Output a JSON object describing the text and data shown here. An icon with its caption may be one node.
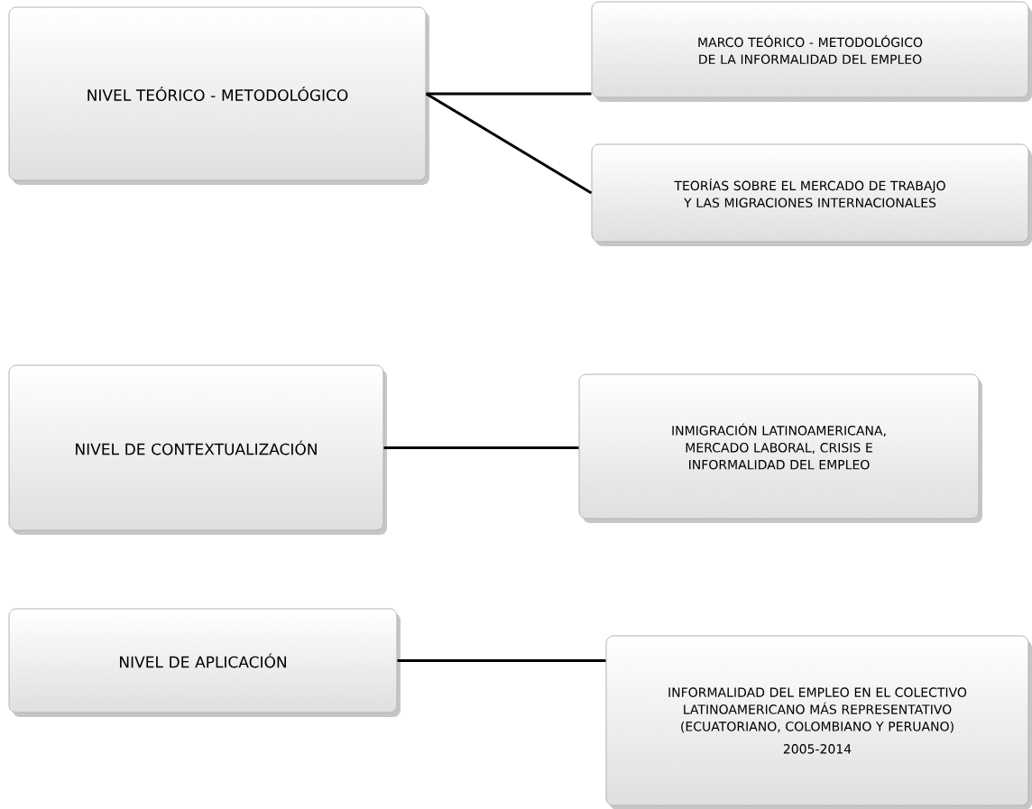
{
  "diagram": {
    "nodes": [
      {
        "text": [
          "NIVEL TEÓRICO - METODOLÓGICO"
        ]
      },
      {
        "text": [
          "MARCO TEÓRICO - METODOLÓGICO DE LA INFORMALIDAD DEL EMPLEO"
        ]
      },
      {
        "text": [
          "TEORÍAS SOBRE EL MERCADO DE TRABAJO Y LAS MIGRACIONES INTERNACIONALES"
        ]
      },
      {
        "text": [
          "NIVEL DE CONTEXTUALIZACIÓN"
        ]
      },
      {
        "text": [
          "INMIGRACIÓN LATINOAMERICANA, MERCADO LABORAL, CRISIS E INFORMALIDAD DEL EMPLEO"
        ]
      },
      {
        "text": [
          "NIVEL DE APLICACIÓN"
        ]
      },
      {
        "text": [
          "INFORMALIDAD DEL EMPLEO EN EL COLECTIVO LATINOAMERICANO MÁS REPRESENTATIVO (ECUATORIANO, COLOMBIANO Y PERUANO)",
          "2005-2014"
        ]
      }
    ],
    "edges": [
      {
        "from": 0,
        "to": 1,
        "arrow": "none"
      },
      {
        "from": 0,
        "to": 2,
        "arrow": "none"
      },
      {
        "from": 3,
        "to": 4,
        "arrow": "none"
      },
      {
        "from": 5,
        "to": 6,
        "arrow": "none"
      }
    ]
  }
}
